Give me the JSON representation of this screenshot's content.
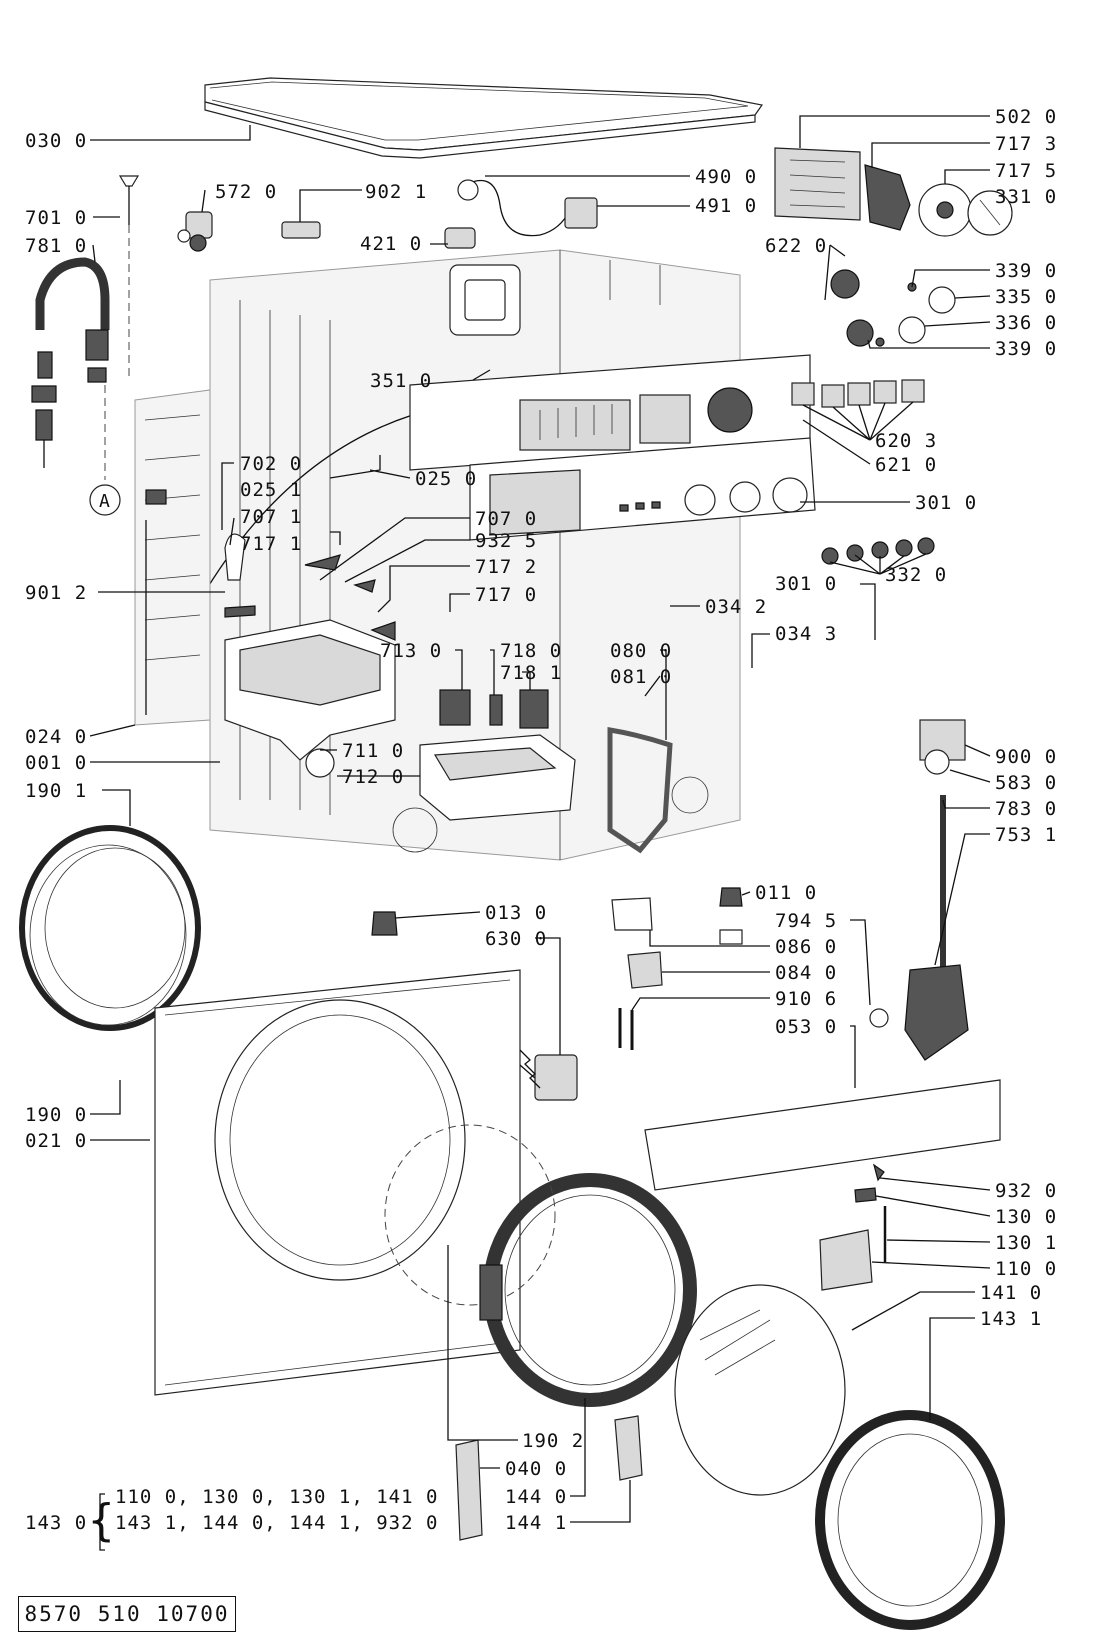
{
  "diagram": {
    "type": "exploded-parts-diagram",
    "doc_code": "8570 510 10700",
    "callouts": [
      {
        "id": "top-cover",
        "label": "030 0"
      },
      {
        "id": "inlet-valve",
        "label": "572 0"
      },
      {
        "id": "connector-902",
        "label": "902 1"
      },
      {
        "id": "wire-harness",
        "label": "490 0"
      },
      {
        "id": "filter-491",
        "label": "491 0"
      },
      {
        "id": "part-421",
        "label": "421 0"
      },
      {
        "id": "electronic-502",
        "label": "502 0"
      },
      {
        "id": "part-7173",
        "label": "717 3"
      },
      {
        "id": "part-7175",
        "label": "717 5"
      },
      {
        "id": "knob-331",
        "label": "331 0"
      },
      {
        "id": "part-701",
        "label": "701 0"
      },
      {
        "id": "hose-781",
        "label": "781 0"
      },
      {
        "id": "switch-622",
        "label": "622 0"
      },
      {
        "id": "part-3390a",
        "label": "339 0"
      },
      {
        "id": "part-335",
        "label": "335 0"
      },
      {
        "id": "part-336",
        "label": "336 0"
      },
      {
        "id": "part-3390b",
        "label": "339 0"
      },
      {
        "id": "part-351",
        "label": "351 0"
      },
      {
        "id": "part-6203",
        "label": "620 3"
      },
      {
        "id": "part-621",
        "label": "621 0"
      },
      {
        "id": "part-702",
        "label": "702 0"
      },
      {
        "id": "part-0251a",
        "label": "025 1"
      },
      {
        "id": "part-0250",
        "label": "025 0"
      },
      {
        "id": "panel-301a",
        "label": "301 0"
      },
      {
        "id": "part-7071",
        "label": "707 1"
      },
      {
        "id": "part-7070",
        "label": "707 0"
      },
      {
        "id": "part-7171",
        "label": "717 1"
      },
      {
        "id": "part-9325",
        "label": "932 5"
      },
      {
        "id": "part-9012",
        "label": "901 2"
      },
      {
        "id": "part-7172",
        "label": "717 2"
      },
      {
        "id": "part-7170",
        "label": "717 0"
      },
      {
        "id": "buttons-332",
        "label": "332 0"
      },
      {
        "id": "panel-301b",
        "label": "301 0"
      },
      {
        "id": "part-0342",
        "label": "034 2"
      },
      {
        "id": "part-0343",
        "label": "034 3"
      },
      {
        "id": "part-713",
        "label": "713 0"
      },
      {
        "id": "part-7180",
        "label": "718 0"
      },
      {
        "id": "part-7181",
        "label": "718 1"
      },
      {
        "id": "part-080",
        "label": "080 0"
      },
      {
        "id": "part-081",
        "label": "081 0"
      },
      {
        "id": "side-024",
        "label": "024 0"
      },
      {
        "id": "cabinet-001",
        "label": "001 0"
      },
      {
        "id": "part-711",
        "label": "711 0"
      },
      {
        "id": "drawer-712",
        "label": "712 0"
      },
      {
        "id": "part-900",
        "label": "900 0"
      },
      {
        "id": "part-583",
        "label": "583 0"
      },
      {
        "id": "part-783",
        "label": "783 0"
      },
      {
        "id": "part-7531",
        "label": "753 1"
      },
      {
        "id": "part-1901",
        "label": "190 1"
      },
      {
        "id": "foot-011",
        "label": "011 0"
      },
      {
        "id": "foot-013",
        "label": "013 0"
      },
      {
        "id": "part-794",
        "label": "794 5"
      },
      {
        "id": "lock-630",
        "label": "630 0"
      },
      {
        "id": "part-086",
        "label": "086 0"
      },
      {
        "id": "part-084",
        "label": "084 0"
      },
      {
        "id": "screw-910",
        "label": "910 6"
      },
      {
        "id": "plinth-053",
        "label": "053 0"
      },
      {
        "id": "gasket-190",
        "label": "190 0"
      },
      {
        "id": "front-021",
        "label": "021 0"
      },
      {
        "id": "part-9320",
        "label": "932 0"
      },
      {
        "id": "part-1300",
        "label": "130 0"
      },
      {
        "id": "part-1301",
        "label": "130 1"
      },
      {
        "id": "part-1100",
        "label": "110 0"
      },
      {
        "id": "part-1410",
        "label": "141 0"
      },
      {
        "id": "part-1431",
        "label": "143 1"
      },
      {
        "id": "ring-1902",
        "label": "190 2"
      },
      {
        "id": "hinge-040",
        "label": "040 0"
      },
      {
        "id": "part-1440",
        "label": "144 0"
      },
      {
        "id": "part-1441",
        "label": "144 1"
      }
    ],
    "kit": {
      "label": "143 0",
      "line1": "110 0, 130 0, 130 1, 141 0",
      "line2": "143 1, 144 0, 144 1, 932 0"
    },
    "circle_marker": "A"
  }
}
